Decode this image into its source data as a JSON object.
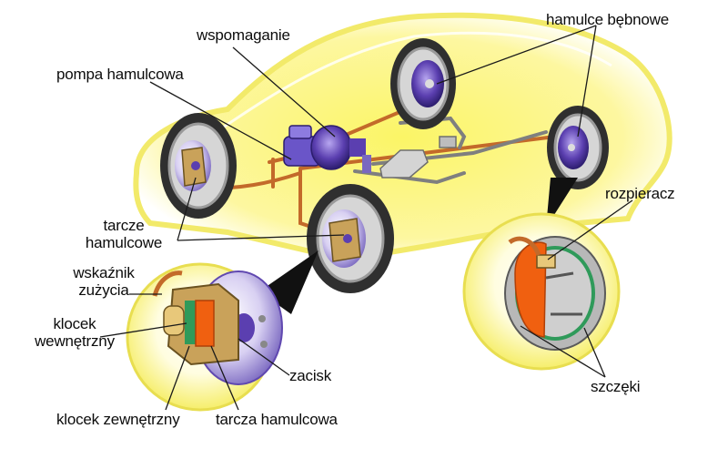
{
  "labels": {
    "wspomaganie": "wspomaganie",
    "hamulce_bebnowe": "hamulce bębnowe",
    "pompa_hamulcowa": "pompa hamulcowa",
    "tarcze_hamulcowe_1": "tarcze",
    "tarcze_hamulcowe_2": "hamulcowe",
    "rozpieracz": "rozpieracz",
    "wskaznik_1": "wskaźnik",
    "wskaznik_2": "zużycia",
    "klocek_wewn_1": "klocek",
    "klocek_wewn_2": "wewnętrzny",
    "zacisk": "zacisk",
    "szczeki": "szczęki",
    "klocek_zewn": "klocek zewnętrzny",
    "tarcza_hamulcowa": "tarcza hamulcowa"
  },
  "colors": {
    "car_body": "#fdf57a",
    "car_glow": "#fbf9c8",
    "tire": "#3a3a3a",
    "rim": "#d8d8d8",
    "brake_purple": "#5b3fb0",
    "line_copper": "#c36a2a",
    "line_grey": "#8a8a8a",
    "pad_orange": "#f06010",
    "pad_green": "#2f9a5a",
    "caliper_tan": "#c9a25a"
  }
}
